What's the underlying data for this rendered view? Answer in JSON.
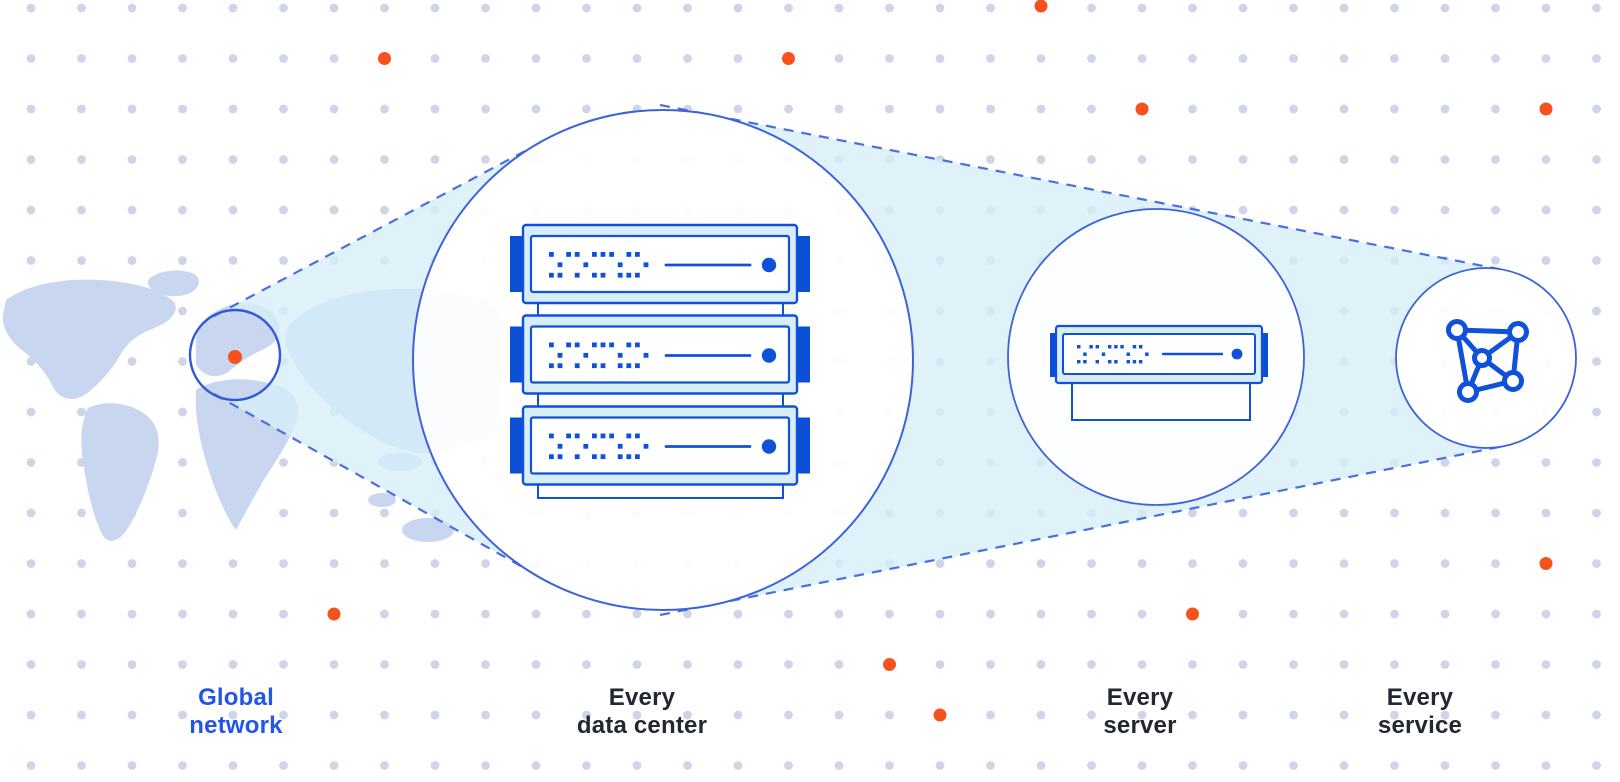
{
  "diagram": {
    "title": "global network expansion diagram",
    "stages": [
      {
        "id": "global-network",
        "label_line1": "Global",
        "label_line2": "network",
        "emphasis": "blue"
      },
      {
        "id": "every-data-center",
        "label_line1": "Every",
        "label_line2": "data center",
        "emphasis": "dark"
      },
      {
        "id": "every-server",
        "label_line1": "Every",
        "label_line2": "server",
        "emphasis": "dark"
      },
      {
        "id": "every-service",
        "label_line1": "Every",
        "label_line2": "service",
        "emphasis": "dark"
      }
    ],
    "icons": [
      "world-map",
      "location-marker-dot",
      "map-highlight-circle",
      "server-rack-icon",
      "server-icon",
      "mesh-network-icon"
    ],
    "colors": {
      "icon_blue": "#0F52D9",
      "ear_blue": "#0B4FD6",
      "circle_stroke_blue": "#3E63D8",
      "dashed_blue": "#4A6FDF",
      "beam_cyan": "#E4F3FA",
      "map_blue": "#C8D6F0",
      "grid_dot": "#C7CDE2",
      "accent_orange": "#F6521E",
      "label_dark": "#222831",
      "label_blue": "#2355E8",
      "chassis_fill": "#D9EDF9"
    }
  }
}
